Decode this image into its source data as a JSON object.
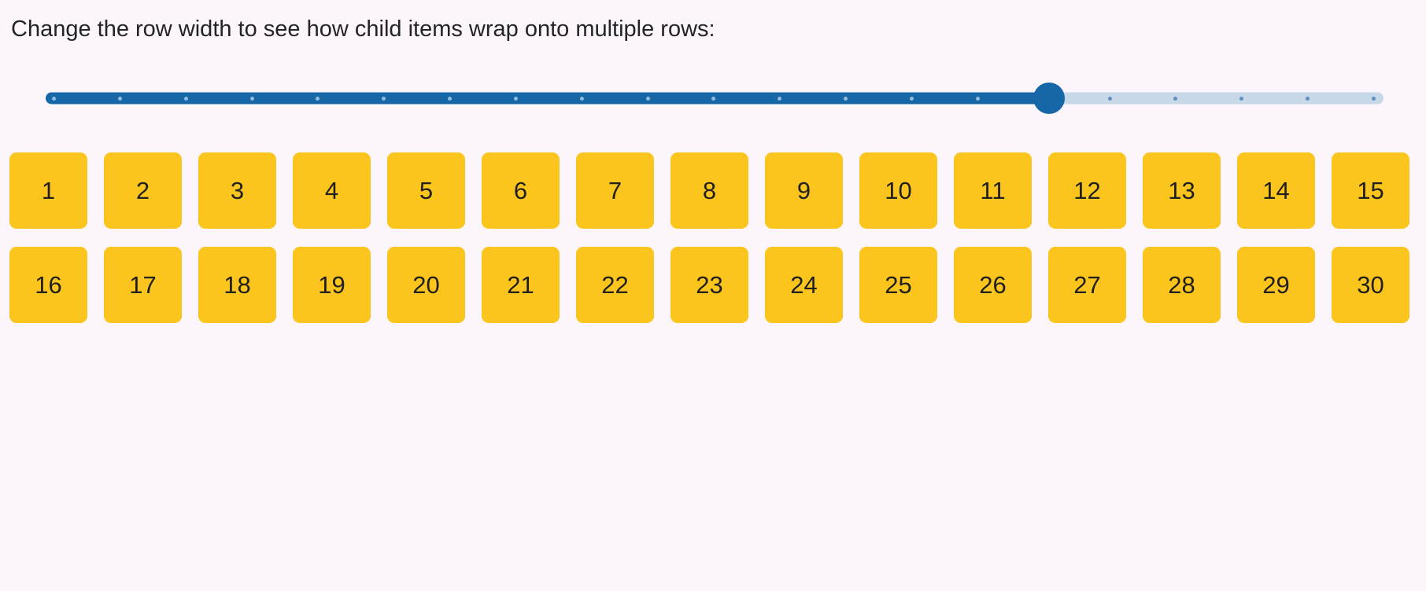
{
  "heading": {
    "text": "Change the row width to see how child items wrap onto multiple rows:"
  },
  "slider": {
    "value_percent": 75,
    "tick_count": 21
  },
  "colors": {
    "background": "#FCF5FC",
    "accent": "#1567A8",
    "rail": "#C7D8E9",
    "tick_on_fill": "#93BBDD",
    "tick_on_rail": "#5E8FBE",
    "item_yellow": "#FBC51D",
    "item_text": "#202020",
    "heading_text": "#242428"
  },
  "grid": {
    "items": [
      "1",
      "2",
      "3",
      "4",
      "5",
      "6",
      "7",
      "8",
      "9",
      "10",
      "11",
      "12",
      "13",
      "14",
      "15",
      "16",
      "17",
      "18",
      "19",
      "20",
      "21",
      "22",
      "23",
      "24",
      "25",
      "26",
      "27",
      "28",
      "29",
      "30"
    ]
  }
}
